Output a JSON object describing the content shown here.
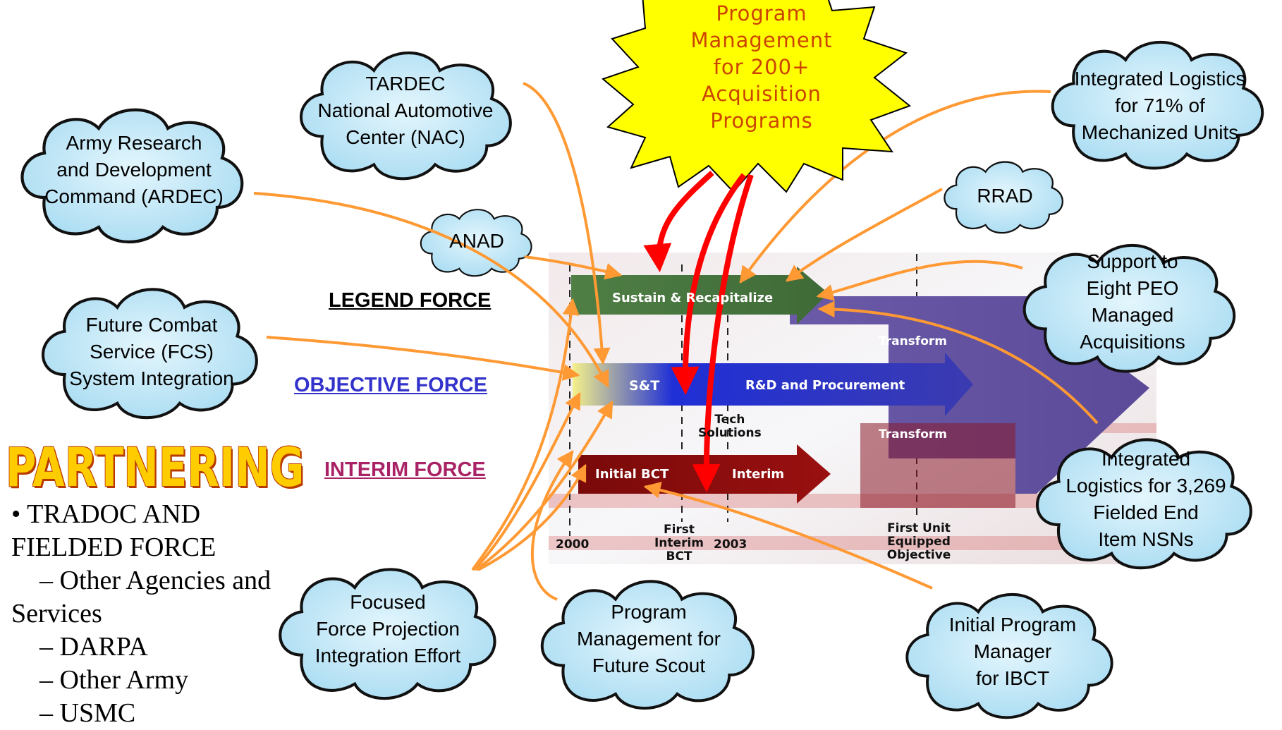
{
  "burst": {
    "lines": [
      "Program",
      "Management",
      "for 200+",
      "Acquisition",
      "Programs"
    ]
  },
  "clouds": {
    "tardec": [
      "TARDEC",
      "National Automotive",
      "Center (NAC)"
    ],
    "ardec": [
      "Army Research",
      "and Development",
      "Command (ARDEC)"
    ],
    "anad": [
      "ANAD"
    ],
    "fcs": [
      "Future Combat",
      "Service (FCS)",
      "System Integration"
    ],
    "rrad": [
      "RRAD"
    ],
    "integrated_logistics_71": [
      "Integrated Logistics",
      "for 71% of",
      "Mechanized Units"
    ],
    "support_peo": [
      "Support to",
      "Eight PEO",
      "Managed",
      "Acquisitions"
    ],
    "integrated_logistics_3269": [
      "Integrated",
      "Logistics for 3,269",
      "Fielded End",
      "Item NSNs"
    ],
    "focused": [
      "Focused",
      "Force Projection",
      "Integration Effort"
    ],
    "future_scout": [
      "Program",
      "Management for",
      "Future Scout"
    ],
    "ibct": [
      "Initial Program",
      "Manager",
      "for IBCT"
    ]
  },
  "forces": {
    "legend": "LEGEND FORCE",
    "objective": "OBJECTIVE FORCE",
    "interim": "INTERIM FORCE"
  },
  "colors": {
    "legend": "#000000",
    "objective": "#3333cc",
    "interim": "#aa2266",
    "cloud_fill": "#bfe6f7",
    "connector": "#ff9933",
    "burst_fill": "#ffff00",
    "red_arrow": "#ff0000"
  },
  "partnering": {
    "title": "PARTNERING",
    "items": [
      "• TRADOC AND",
      "FIELDED FORCE",
      "– Other Agencies and",
      "Services",
      "– DARPA",
      "– Other Army",
      "– USMC"
    ]
  },
  "timeline": {
    "arrows": [
      "Sustain & Recapitalize",
      "S&T",
      "R&D and Procurement",
      "Initial BCT",
      "Interim",
      "Transform",
      "Transform"
    ],
    "tech_solutions": [
      "Tech",
      "Solutions"
    ],
    "years": [
      "2000",
      "2003"
    ],
    "first_interim": [
      "First",
      "Interim",
      "BCT"
    ],
    "first_unit": [
      "First Unit",
      "Equipped",
      "Objective"
    ]
  }
}
